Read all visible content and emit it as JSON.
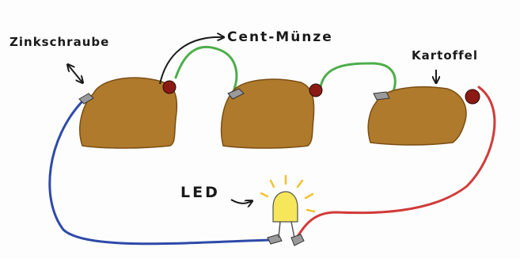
{
  "labels": {
    "zinc_screw": "Zinkschraube",
    "cent_coin": "Cent-Münze",
    "potato": "Kartoffel",
    "led": "LED"
  },
  "colors": {
    "potato": "#b07a2c",
    "potato_dark": "#7a4e14",
    "coin": "#8b1a14",
    "wire_left": "#2e4aa8",
    "wire_middle": "#4cae4a",
    "wire_right": "#d23a3a",
    "led": "#f5e65a",
    "led_glow": "#f2c230",
    "clip": "#8a8a8a",
    "ink": "#1a1a1a"
  },
  "icons": {
    "clip": "alligator-clip-icon",
    "glow": "light-rays-icon",
    "arrow": "arrow-icon"
  }
}
